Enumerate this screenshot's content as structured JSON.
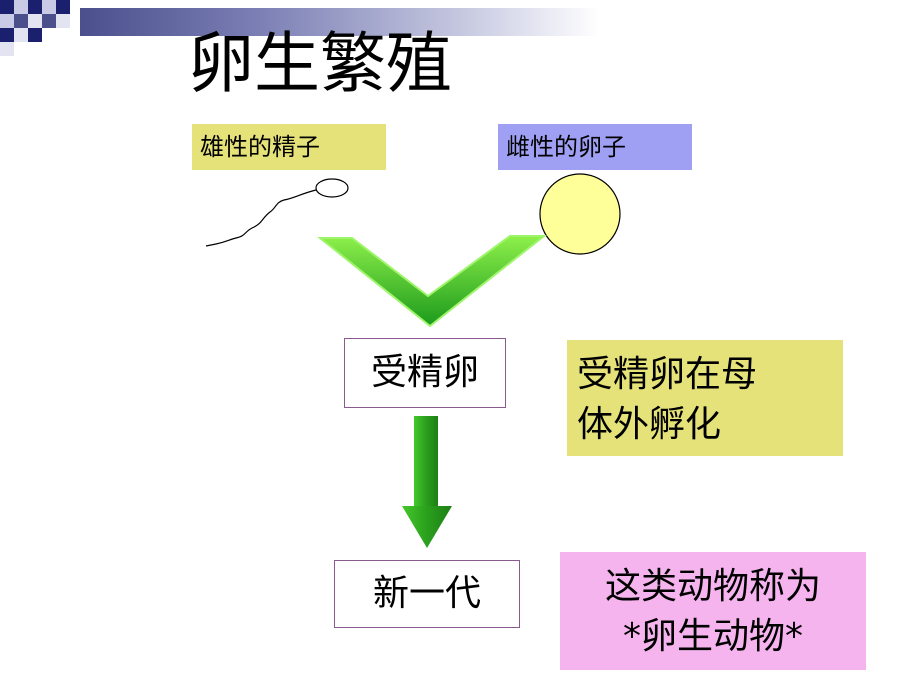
{
  "title": "卵生繁殖",
  "labels": {
    "sperm": "雄性的精子",
    "egg": "雌性的卵子"
  },
  "flow": {
    "fertilized_egg": "受精卵",
    "next_generation": "新一代"
  },
  "notes": {
    "incubation_line1": "受精卵在母",
    "incubation_line2": "体外孵化",
    "category_line1": "这类动物称为",
    "category_line2": "*卵生动物*"
  },
  "colors": {
    "label_yellow": "#e6e27a",
    "label_blue": "#9fa0f3",
    "note_pink": "#f5b4ee",
    "arrow_green": "#2fb52f",
    "arrow_light_green": "#8ef04b",
    "egg_fill": "#ffff9a",
    "box_border": "#8a5a8f",
    "decor_navy": "#1a1f6e"
  },
  "icons": [
    "sperm-icon",
    "egg-icon",
    "merge-arrow-icon",
    "down-arrow-icon"
  ]
}
